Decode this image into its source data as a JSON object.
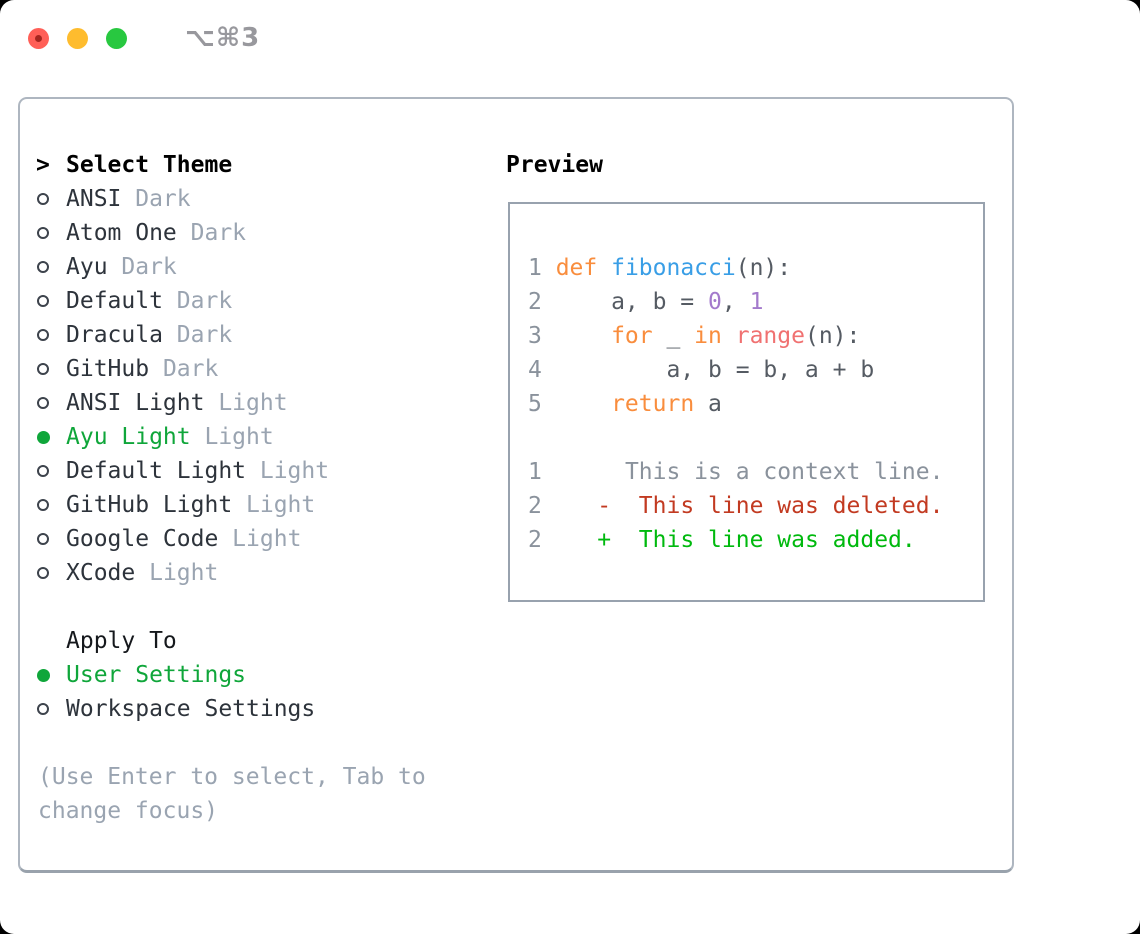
{
  "window": {
    "title": "⌥⌘3"
  },
  "theme_picker": {
    "header_prefix": ">",
    "header_label": "Select Theme",
    "themes": [
      {
        "name": "ANSI",
        "variant": "Dark",
        "selected": false
      },
      {
        "name": "Atom One",
        "variant": "Dark",
        "selected": false
      },
      {
        "name": "Ayu",
        "variant": "Dark",
        "selected": false
      },
      {
        "name": "Default",
        "variant": "Dark",
        "selected": false
      },
      {
        "name": "Dracula",
        "variant": "Dark",
        "selected": false
      },
      {
        "name": "GitHub",
        "variant": "Dark",
        "selected": false
      },
      {
        "name": "ANSI Light",
        "variant": "Light",
        "selected": false
      },
      {
        "name": "Ayu Light",
        "variant": "Light",
        "selected": true
      },
      {
        "name": "Default Light",
        "variant": "Light",
        "selected": false
      },
      {
        "name": "GitHub Light",
        "variant": "Light",
        "selected": false
      },
      {
        "name": "Google Code",
        "variant": "Light",
        "selected": false
      },
      {
        "name": "XCode",
        "variant": "Light",
        "selected": false
      }
    ],
    "apply_to": {
      "label": "Apply To",
      "options": [
        {
          "label": "User Settings",
          "selected": true
        },
        {
          "label": "Workspace Settings",
          "selected": false
        }
      ]
    },
    "hint": "(Use Enter to select, Tab to change focus)"
  },
  "preview": {
    "label": "Preview",
    "code_lines": [
      {
        "num": "1",
        "tokens": [
          {
            "text": "def",
            "style": "keyword"
          },
          {
            "text": " ",
            "style": "default"
          },
          {
            "text": "fibonacci",
            "style": "function"
          },
          {
            "text": "(n):",
            "style": "default"
          }
        ]
      },
      {
        "num": "2",
        "tokens": [
          {
            "text": "    a, b = ",
            "style": "default"
          },
          {
            "text": "0",
            "style": "number"
          },
          {
            "text": ", ",
            "style": "default"
          },
          {
            "text": "1",
            "style": "number"
          }
        ]
      },
      {
        "num": "3",
        "tokens": [
          {
            "text": "    ",
            "style": "default"
          },
          {
            "text": "for",
            "style": "keyword"
          },
          {
            "text": " _ ",
            "style": "default"
          },
          {
            "text": "in",
            "style": "keyword"
          },
          {
            "text": " ",
            "style": "default"
          },
          {
            "text": "range",
            "style": "call"
          },
          {
            "text": "(n):",
            "style": "default"
          }
        ]
      },
      {
        "num": "4",
        "tokens": [
          {
            "text": "        a, b = b, a + b",
            "style": "default"
          }
        ]
      },
      {
        "num": "5",
        "tokens": [
          {
            "text": "    ",
            "style": "default"
          },
          {
            "text": "return",
            "style": "keyword"
          },
          {
            "text": " a",
            "style": "default"
          }
        ]
      }
    ],
    "diff_lines": [
      {
        "num": "1",
        "marker": "",
        "text": "This is a context line.",
        "type": "context"
      },
      {
        "num": "2",
        "marker": "-",
        "text": "This line was deleted.",
        "type": "deleted"
      },
      {
        "num": "2",
        "marker": "+",
        "text": "This line was added.",
        "type": "added"
      }
    ]
  },
  "colors": {
    "accent_green": "#0fa63a",
    "diff_added": "#00b90e",
    "diff_deleted": "#c23a21",
    "syntax_keyword": "#f98d3d",
    "syntax_function": "#399ee6",
    "syntax_call": "#f07171",
    "syntax_number": "#a37acc",
    "syntax_default": "#555b63",
    "muted": "#9aa4b1",
    "line_number": "#8a929c",
    "text_dark": "#2d333b",
    "panel_border": "#aeb6c0",
    "panel_border_bottom": "#99a2ac",
    "preview_border": "#98a2ae",
    "traffic_red": "#ff5f57",
    "traffic_yellow": "#febc2e",
    "traffic_green": "#28c840"
  }
}
